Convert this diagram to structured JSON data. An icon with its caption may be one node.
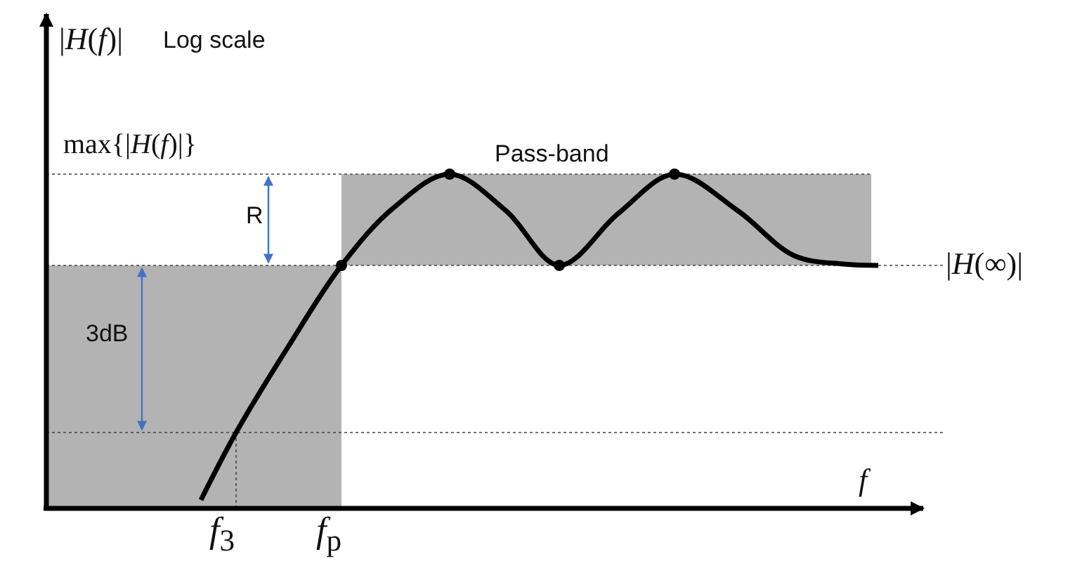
{
  "diagram": {
    "labels": [
      "|*H*(*f*)|",
      "Log scale",
      "max{|*H*(*f*)|}",
      "Pass-band",
      "R",
      "3dB",
      "|*H*(∞)|",
      "f",
      "*f*$_{3}$",
      "*f*$_{p}$"
    ]
  }
}
